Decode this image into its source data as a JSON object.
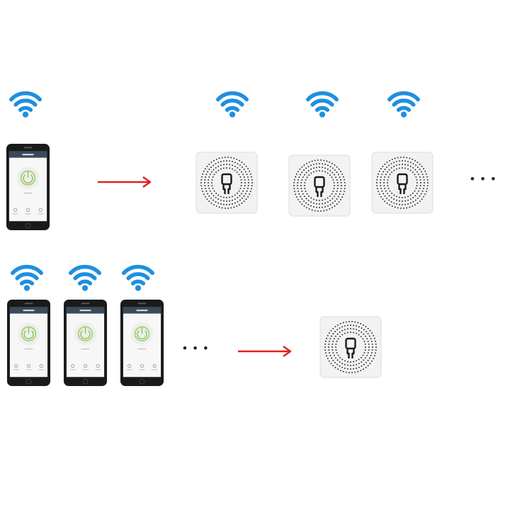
{
  "diagram": {
    "rows": [
      {
        "phones": 1,
        "switches": 3,
        "phone_ellipsis": false,
        "switch_ellipsis": true
      },
      {
        "phones": 3,
        "switches": 1,
        "phone_ellipsis": true,
        "switch_ellipsis": false
      }
    ],
    "ellipsis": "• • •",
    "colors": {
      "wifi": "#1f8fe0",
      "arrow": "#e02020",
      "phone_body": "#1a1a1a",
      "app_header": "#3a4a5a",
      "power_ring": "#a9d67a",
      "switch_face": "#f2f2f2",
      "switch_dots": "#2a2a2a"
    },
    "icons": [
      "wifi-icon",
      "phone",
      "power-icon",
      "smart-switch",
      "arrow-right-icon"
    ]
  }
}
